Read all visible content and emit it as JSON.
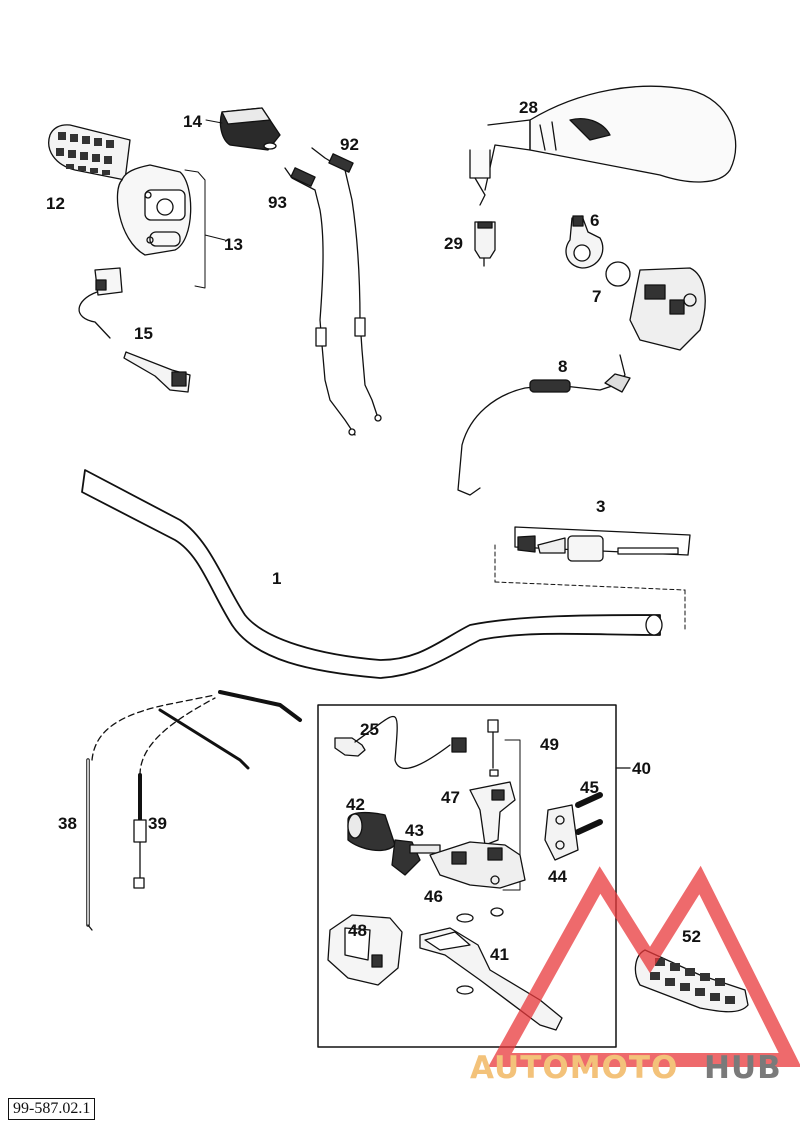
{
  "diagram": {
    "reference_number": "99-587.02.1",
    "callouts": [
      {
        "id": "c1",
        "text": "1"
      },
      {
        "id": "c3",
        "text": "3"
      },
      {
        "id": "c6",
        "text": "6"
      },
      {
        "id": "c7",
        "text": "7"
      },
      {
        "id": "c8",
        "text": "8"
      },
      {
        "id": "c12",
        "text": "12"
      },
      {
        "id": "c13",
        "text": "13"
      },
      {
        "id": "c14",
        "text": "14"
      },
      {
        "id": "c15",
        "text": "15"
      },
      {
        "id": "c25",
        "text": "25"
      },
      {
        "id": "c28",
        "text": "28"
      },
      {
        "id": "c29",
        "text": "29"
      },
      {
        "id": "c38",
        "text": "38"
      },
      {
        "id": "c39",
        "text": "39"
      },
      {
        "id": "c40",
        "text": "40"
      },
      {
        "id": "c41",
        "text": "41"
      },
      {
        "id": "c42",
        "text": "42"
      },
      {
        "id": "c43",
        "text": "43"
      },
      {
        "id": "c44",
        "text": "44"
      },
      {
        "id": "c45",
        "text": "45"
      },
      {
        "id": "c46",
        "text": "46"
      },
      {
        "id": "c47",
        "text": "47"
      },
      {
        "id": "c48",
        "text": "48"
      },
      {
        "id": "c49",
        "text": "49"
      },
      {
        "id": "c52",
        "text": "52"
      },
      {
        "id": "c92",
        "text": "92"
      },
      {
        "id": "c93",
        "text": "93"
      }
    ]
  },
  "watermark": {
    "word_a": "AUTOMOTO",
    "word_b": "HUB",
    "color_a": "#f3c27a",
    "color_b": "#7a7a7a",
    "logo_color": "#e8383b"
  }
}
